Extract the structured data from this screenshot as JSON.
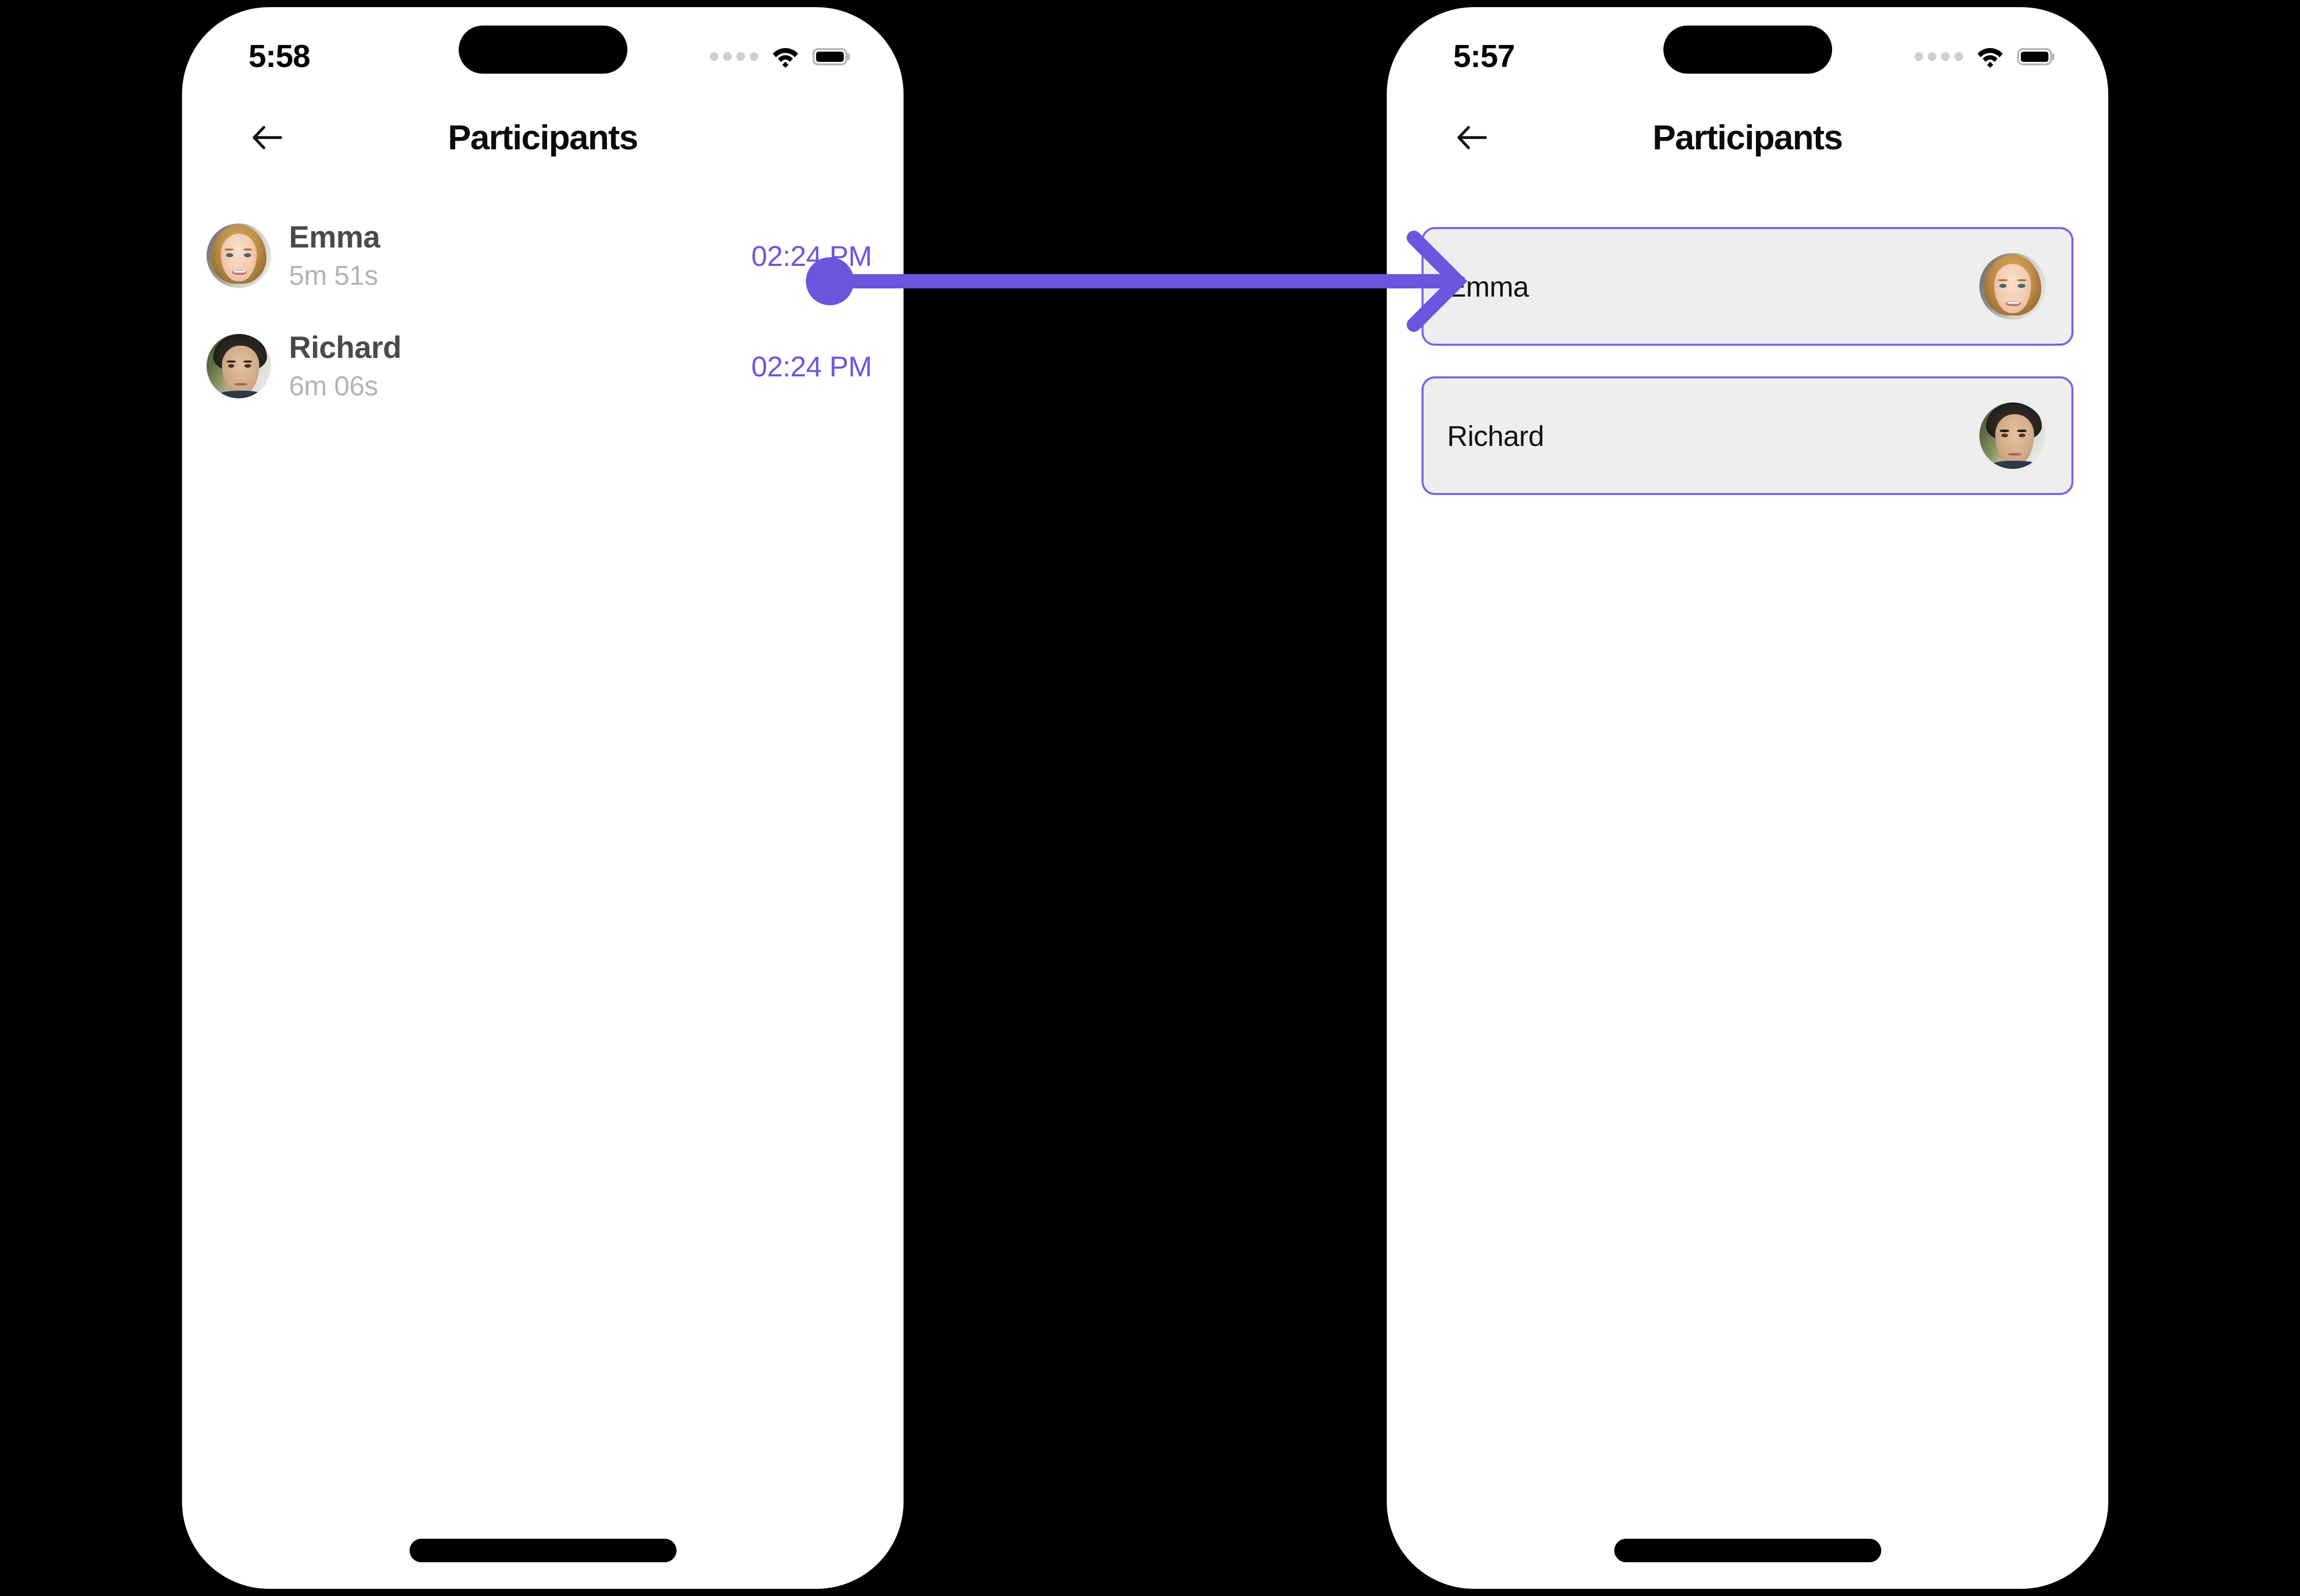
{
  "theme": {
    "accent_purple": "#6B56DE",
    "card_border_purple": "#7B63E6",
    "card_background": "#EEEEEE",
    "page_background": "#000000",
    "screen_background": "#FFFFFF",
    "name_text": "#4A4A4A",
    "subtitle_text": "#B3B3B3"
  },
  "screens": [
    {
      "id": "participants-duration",
      "status_bar": {
        "time": "5:58",
        "cellular_icon": "cellular-dots-icon",
        "wifi_icon": "wifi-icon",
        "battery_icon": "battery-full-icon"
      },
      "nav": {
        "back_icon": "back-arrow-icon",
        "title": "Participants"
      },
      "participants": [
        {
          "name": "Emma",
          "duration": "5m 51s",
          "time": "02:24 PM",
          "avatar": "avatar-emma"
        },
        {
          "name": "Richard",
          "duration": "6m 06s",
          "time": "02:24 PM",
          "avatar": "avatar-richard"
        }
      ],
      "home_indicator": "home-indicator"
    },
    {
      "id": "participants-cards",
      "status_bar": {
        "time": "5:57",
        "cellular_icon": "cellular-dots-icon",
        "wifi_icon": "wifi-icon",
        "battery_icon": "battery-full-icon"
      },
      "nav": {
        "back_icon": "back-arrow-icon",
        "title": "Participants"
      },
      "participants": [
        {
          "name": "Emma",
          "avatar": "avatar-emma"
        },
        {
          "name": "Richard",
          "avatar": "avatar-richard"
        }
      ],
      "home_indicator": "home-indicator"
    }
  ],
  "connector": {
    "type": "flow-arrow",
    "color": "#6B56DE",
    "start_marker": "dot",
    "end_marker": "arrowhead",
    "direction": "left-to-right"
  }
}
